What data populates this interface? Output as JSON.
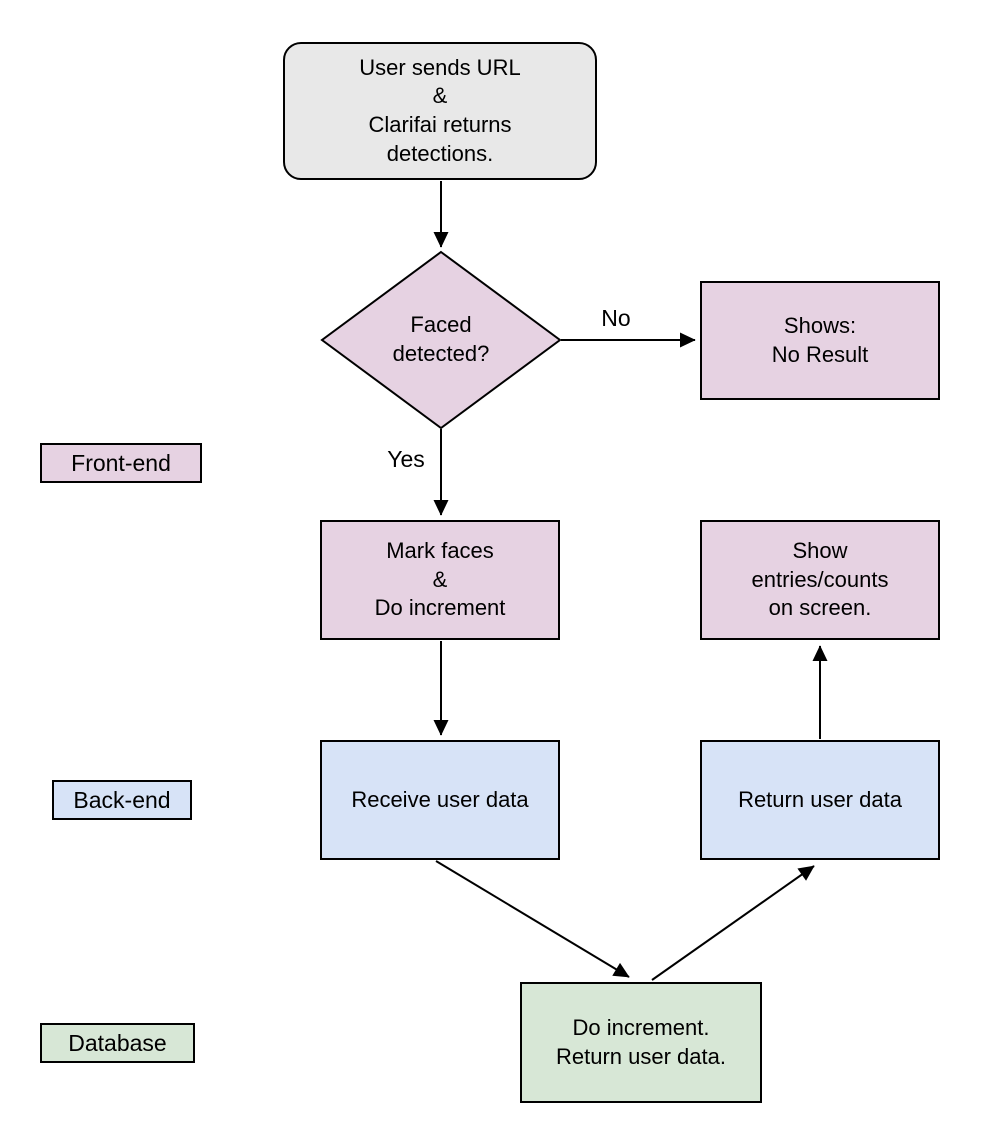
{
  "diagram": {
    "nodes": {
      "start": {
        "lines": [
          "User sends URL",
          "&",
          "Clarifai returns",
          "detections."
        ],
        "shape": "rounded-rectangle",
        "fill": "#e8e8e8"
      },
      "face_detected": {
        "lines": [
          "Faced",
          "detected?"
        ],
        "shape": "diamond",
        "fill": "#e6d2e2"
      },
      "no_result": {
        "lines": [
          "Shows:",
          "No Result"
        ],
        "shape": "rectangle",
        "fill": "#e6d2e2"
      },
      "mark_faces": {
        "lines": [
          "Mark faces",
          "&",
          "Do increment"
        ],
        "shape": "rectangle",
        "fill": "#e6d2e2"
      },
      "show_entries": {
        "lines": [
          "Show",
          "entries/counts",
          "on screen."
        ],
        "shape": "rectangle",
        "fill": "#e6d2e2"
      },
      "receive_data": {
        "lines": [
          "Receive user data"
        ],
        "shape": "rectangle",
        "fill": "#d7e3f7"
      },
      "return_data": {
        "lines": [
          "Return user data"
        ],
        "shape": "rectangle",
        "fill": "#d7e3f7"
      },
      "db_increment": {
        "lines": [
          "Do increment.",
          "Return user data."
        ],
        "shape": "rectangle",
        "fill": "#d7e7d6"
      }
    },
    "edge_labels": {
      "no": "No",
      "yes": "Yes"
    },
    "lane_labels": {
      "frontend": "Front-end",
      "backend": "Back-end",
      "database": "Database"
    },
    "colors": {
      "gray_fill": "#e8e8e8",
      "pink_fill": "#e6d2e2",
      "blue_fill": "#d7e3f7",
      "green_fill": "#d7e7d6",
      "stroke": "#000000",
      "background": "#ffffff"
    }
  }
}
